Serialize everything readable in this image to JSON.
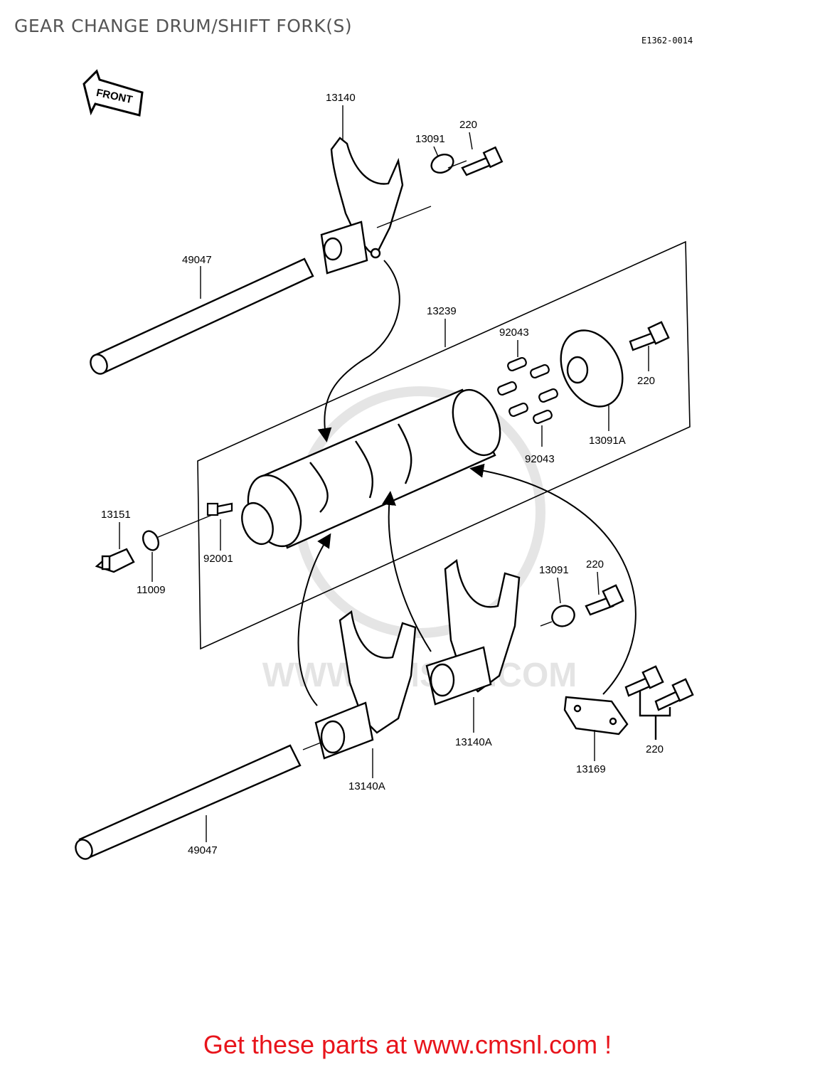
{
  "header": {
    "title": "GEAR CHANGE DRUM/SHIFT FORK(S)",
    "diagram_code": "E1362-0014"
  },
  "front_label": "FRONT",
  "watermark": "WWW.CMSNL.COM",
  "parts": {
    "fork_top": "13140",
    "washer_top": "13091",
    "bolt_top": "220",
    "shaft_top": "49047",
    "drum_assy": "13239",
    "pin_upper": "92043",
    "bolt_cover": "220",
    "cover_plate": "13091A",
    "pin_lower": "92043",
    "neutral_switch": "13151",
    "switch_washer": "11009",
    "drum_screw": "92001",
    "washer_right": "13091",
    "bolt_right": "220",
    "fork_center": "13140A",
    "fork_left": "13140A",
    "stopper_plate": "13169",
    "stopper_bolts": "220",
    "shaft_bottom": "49047"
  },
  "footer": {
    "cta": "Get these parts at www.cmsnl.com !"
  }
}
